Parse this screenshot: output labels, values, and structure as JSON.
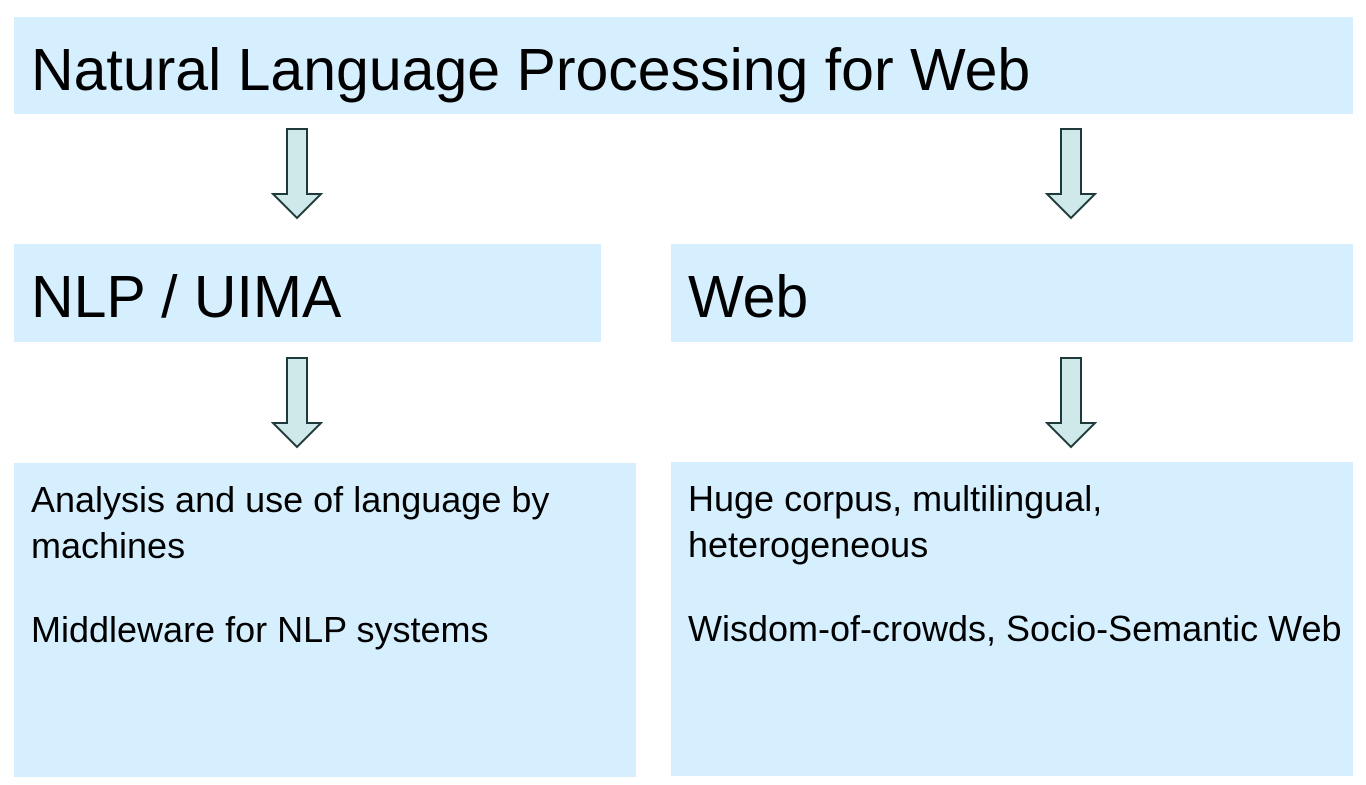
{
  "diagram": {
    "title": "Natural Language Processing for Web",
    "left": {
      "heading": "NLP / UIMA",
      "points": [
        "Analysis and use of language by machines",
        "Middleware for NLP systems"
      ]
    },
    "right": {
      "heading": "Web",
      "points": [
        "Huge corpus, multilingual, heterogeneous",
        "Wisdom-of-crowds, Socio-Semantic Web"
      ]
    },
    "colors": {
      "box_fill": "#d5efff",
      "arrow_fill": "#cfe8ea",
      "arrow_stroke": "#1f3a3a"
    },
    "arrow_icon": "down-arrow-icon"
  }
}
